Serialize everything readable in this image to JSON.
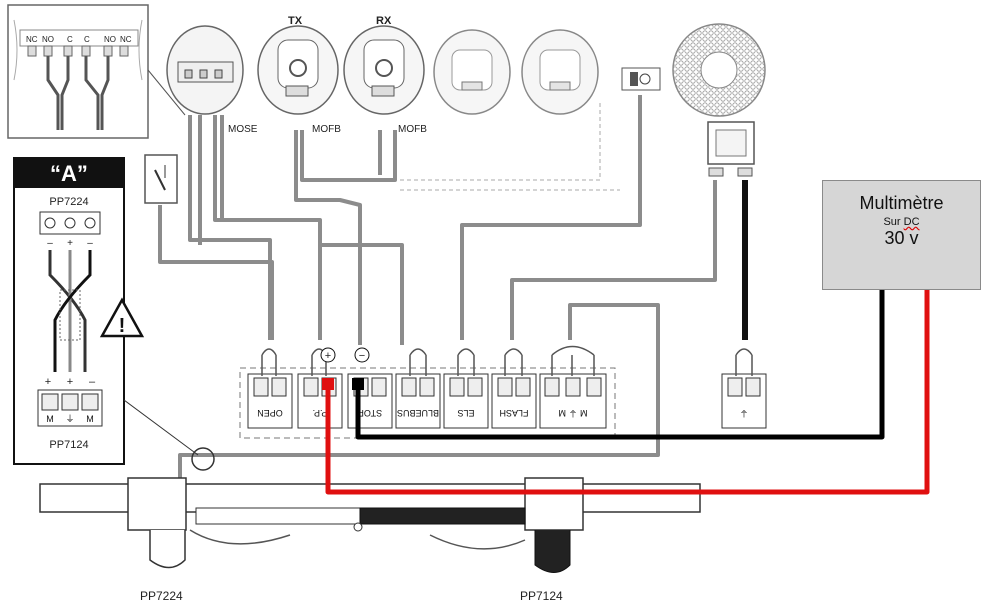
{
  "inset_top": {
    "contacts": [
      "NC",
      "NO",
      "C",
      "C",
      "NO",
      "NC"
    ]
  },
  "inset_a": {
    "title": "“A”",
    "top_model": "PP7224",
    "bottom_model": "PP7124",
    "top_polarity": [
      "–",
      "+",
      "–"
    ],
    "bottom_polarity": [
      "+",
      "+",
      "–"
    ],
    "bottom_terminals": [
      "M",
      "⏚",
      "M"
    ],
    "warning_symbol": "!"
  },
  "devices": {
    "tx": "TX",
    "rx": "RX",
    "mose": "MOSE",
    "mofb_tx": "MOFB",
    "mofb_rx": "MOFB"
  },
  "terminal_blocks": [
    {
      "label": "OPEN"
    },
    {
      "label": "P.P."
    },
    {
      "label": "STOP"
    },
    {
      "label": "BLUEBUS"
    },
    {
      "label": "ELS"
    },
    {
      "label": "FLASH"
    },
    {
      "label": "M ⏚ M"
    },
    {
      "label": "⏚"
    }
  ],
  "polarity_marks": {
    "plus": "+",
    "minus": "−"
  },
  "multimeter": {
    "title": "Multimètre",
    "mode_prefix": "Sur ",
    "mode_dc": "DC",
    "voltage": "30 v"
  },
  "motors": {
    "left": "PP7224",
    "right": "PP7124"
  },
  "colors": {
    "wire_black": "#000000",
    "wire_red": "#e01010",
    "wire_gray": "#8c8c8c",
    "meter_bg": "#d6d6d6"
  }
}
